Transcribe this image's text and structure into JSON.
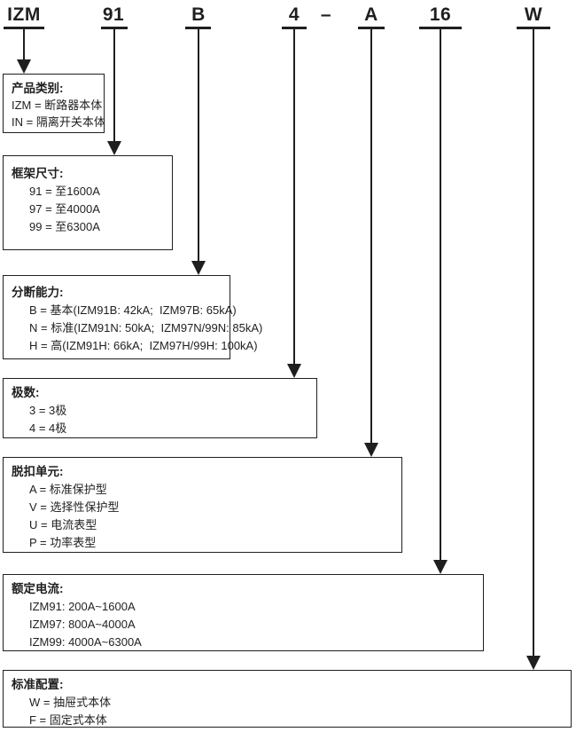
{
  "code_segments": [
    {
      "code": "IZM"
    },
    {
      "code": "91"
    },
    {
      "code": "B"
    },
    {
      "code": "4"
    },
    {
      "code": "–"
    },
    {
      "code": "A"
    },
    {
      "code": "16"
    },
    {
      "code": "W"
    }
  ],
  "boxes": [
    {
      "title": "产品类别:",
      "lines": [
        "IZM = 断路器本体",
        "IN = 隔离开关本体"
      ]
    },
    {
      "title": "框架尺寸:",
      "lines": [
        "91 = 至1600A",
        "97 = 至4000A",
        "99 = 至6300A"
      ]
    },
    {
      "title": "分断能力:",
      "lines": [
        "B = 基本(IZM91B: 42kA;  IZM97B: 65kA)",
        "N = 标准(IZM91N: 50kA;  IZM97N/99N: 85kA)",
        "H = 高(IZM91H: 66kA;  IZM97H/99H: 100kA)"
      ]
    },
    {
      "title": "极数:",
      "lines": [
        "3 = 3极",
        "4 = 4极"
      ]
    },
    {
      "title": "脱扣单元:",
      "lines": [
        "A = 标准保护型",
        "V = 选择性保护型",
        "U = 电流表型",
        "P = 功率表型"
      ]
    },
    {
      "title": "额定电流:",
      "lines": [
        "IZM91: 200A~1600A",
        "IZM97: 800A~4000A",
        "IZM99: 4000A~6300A"
      ]
    },
    {
      "title": "标准配置:",
      "lines": [
        "W = 抽屉式本体",
        "F = 固定式本体"
      ]
    }
  ],
  "colors": {
    "ink": "#1f1f1f",
    "background": "#ffffff"
  }
}
